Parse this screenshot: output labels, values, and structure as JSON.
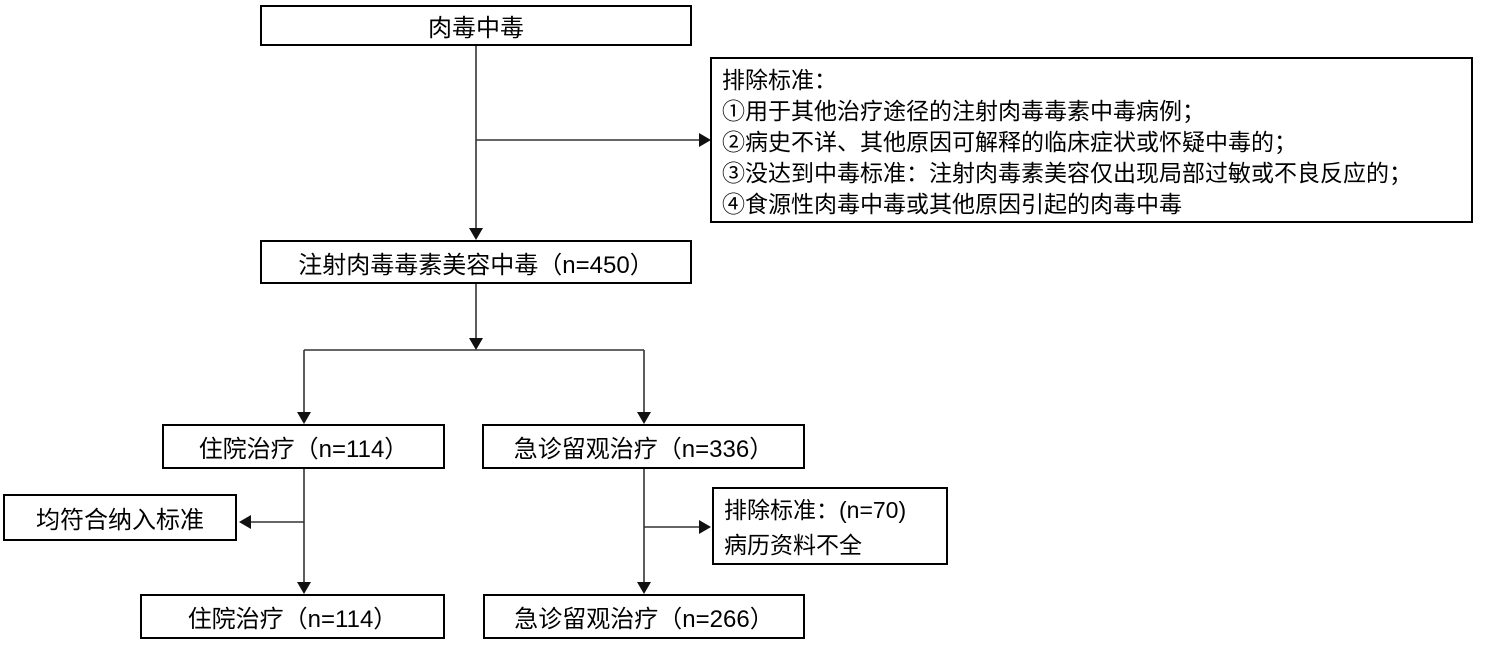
{
  "diagram": {
    "type": "flowchart",
    "colors": {
      "background": "#ffffff",
      "border": "#000000",
      "text": "#000000",
      "connector": "#333333"
    },
    "nodes": {
      "botulism": {
        "label": "肉毒中毒"
      },
      "exclusion_criteria": {
        "lines": [
          "排除标准：",
          "①用于其他治疗途径的注射肉毒毒素中毒病例；",
          "②病史不详、其他原因可解释的临床症状或怀疑中毒的；",
          "③没达到中毒标准：注射肉毒素美容仅出现局部过敏或不良反应的；",
          "④食源性肉毒中毒或其他原因引起的肉毒中毒"
        ]
      },
      "cohort": {
        "label": "注射肉毒毒素美容中毒（n=450）"
      },
      "inpatient": {
        "label": "住院治疗（n=114）"
      },
      "emergency": {
        "label": "急诊留观治疗（n=336）"
      },
      "inclusion": {
        "label": "均符合纳入标准"
      },
      "excluded_records": {
        "lines": [
          "排除标准：(n=70)",
          "病历资料不全"
        ]
      },
      "inpatient_final": {
        "label": "住院治疗（n=114）"
      },
      "emergency_final": {
        "label": "急诊留观治疗（n=266）"
      }
    }
  }
}
